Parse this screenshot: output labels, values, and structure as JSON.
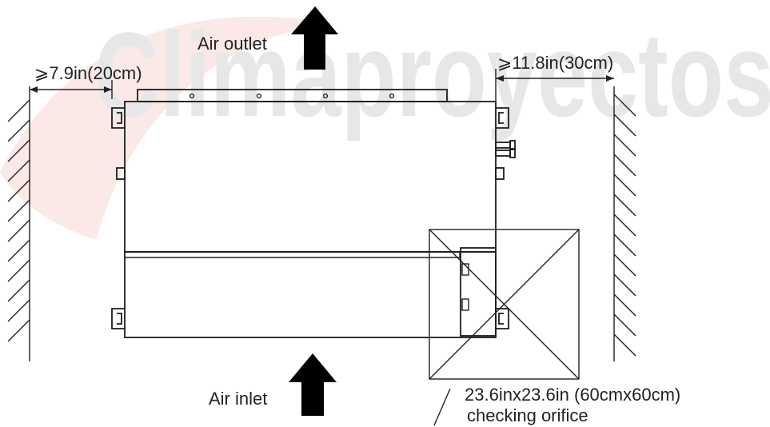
{
  "watermark": {
    "text": "Climaproyectos",
    "logo_color": "#d9463c"
  },
  "labels": {
    "air_outlet": "Air outlet",
    "air_inlet": "Air inlet",
    "left_clearance": "⩾7.9in(20cm)",
    "right_clearance": "⩾11.8in(30cm)",
    "orifice_size": "23.6inx23.6in  (60cmx60cm)",
    "orifice_name": "checking orifice"
  },
  "colors": {
    "line": "#222222",
    "arrow": "#000000",
    "watermark": "#e7e7e7"
  }
}
